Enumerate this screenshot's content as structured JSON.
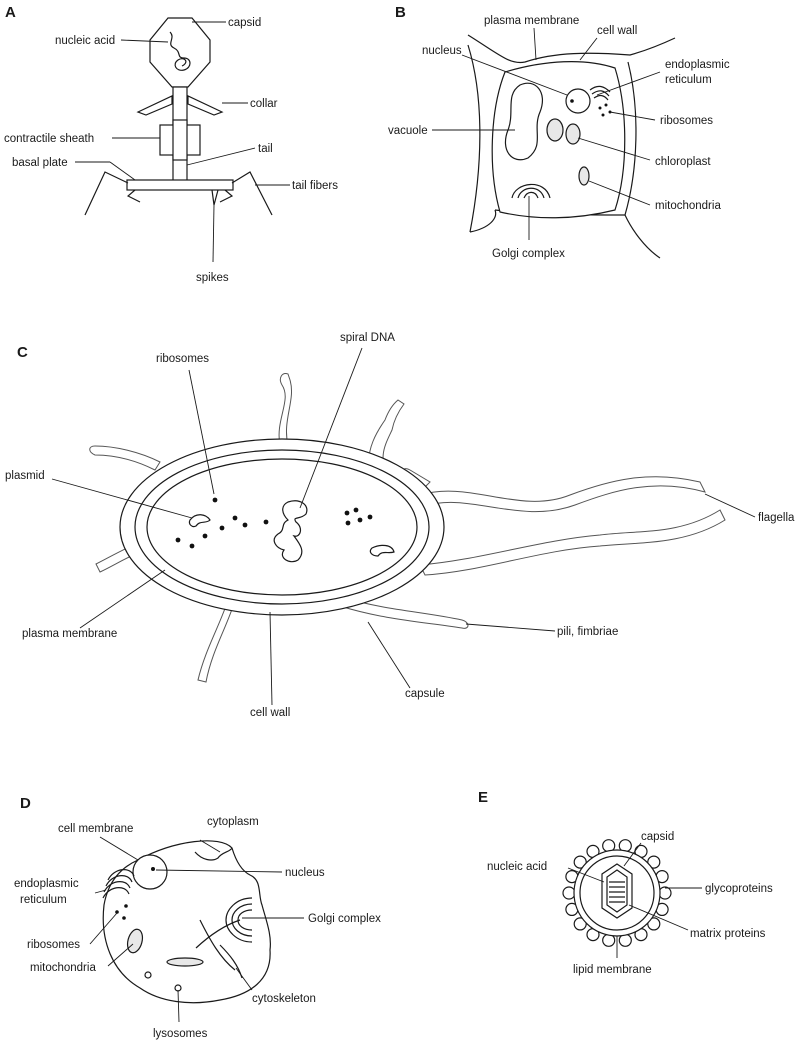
{
  "panels": {
    "A": {
      "letter": "A",
      "labels": {
        "capsid": "capsid",
        "nucleic_acid": "nucleic acid",
        "collar": "collar",
        "contractile_sheath": "contractile sheath",
        "tail": "tail",
        "basal_plate": "basal plate",
        "tail_fibers": "tail fibers",
        "spikes": "spikes"
      }
    },
    "B": {
      "letter": "B",
      "labels": {
        "plasma_membrane": "plasma membrane",
        "cell_wall": "cell wall",
        "nucleus": "nucleus",
        "endoplasmic_reticulum_1": "endoplasmic",
        "endoplasmic_reticulum_2": "reticulum",
        "vacuole": "vacuole",
        "ribosomes": "ribosomes",
        "chloroplast": "chloroplast",
        "mitochondria": "mitochondria",
        "golgi_complex": "Golgi complex"
      }
    },
    "C": {
      "letter": "C",
      "labels": {
        "ribosomes": "ribosomes",
        "spiral_dna": "spiral DNA",
        "plasmid": "plasmid",
        "flagella": "flagella",
        "plasma_membrane": "plasma membrane",
        "pili_fimbriae": "pili, fimbriae",
        "capsule": "capsule",
        "cell_wall": "cell wall"
      }
    },
    "D": {
      "letter": "D",
      "labels": {
        "cytoplasm": "cytoplasm",
        "cell_membrane": "cell membrane",
        "nucleus": "nucleus",
        "endoplasmic_reticulum_1": "endoplasmic",
        "endoplasmic_reticulum_2": "reticulum",
        "golgi_complex": "Golgi complex",
        "ribosomes": "ribosomes",
        "mitochondria": "mitochondria",
        "cytoskeleton": "cytoskeleton",
        "lysosomes": "lysosomes"
      }
    },
    "E": {
      "letter": "E",
      "labels": {
        "capsid": "capsid",
        "nucleic_acid": "nucleic acid",
        "glycoproteins": "glycoproteins",
        "matrix_proteins": "matrix proteins",
        "lipid_membrane": "lipid membrane"
      }
    }
  }
}
